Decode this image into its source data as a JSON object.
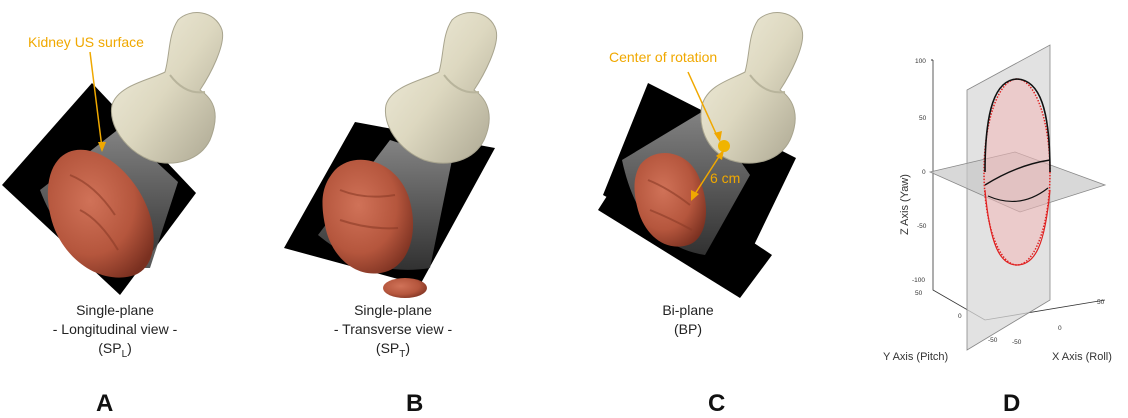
{
  "panels": [
    {
      "letter": "A",
      "caption_line1": "Single-plane",
      "caption_line2": "- Longitudinal view -",
      "caption_abbr": "SP",
      "caption_sub": "L",
      "annotation": "Kidney US surface"
    },
    {
      "letter": "B",
      "caption_line1": "Single-plane",
      "caption_line2": "- Transverse view -",
      "caption_abbr": "SP",
      "caption_sub": "T"
    },
    {
      "letter": "C",
      "caption_line1": "Bi-plane",
      "caption_abbr": "BP",
      "annotation_center": "Center of rotation",
      "annotation_distance": "6 cm"
    },
    {
      "letter": "D",
      "z_axis_label": "Z Axis (Yaw)",
      "y_axis_label": "Y Axis (Pitch)",
      "x_axis_label": "X Axis (Roll)",
      "z_ticks": [
        "100",
        "50",
        "0",
        "-50",
        "-100"
      ],
      "y_ticks": [
        "50",
        "0",
        "-50"
      ],
      "x_ticks": [
        "-50",
        "0",
        "50"
      ]
    }
  ],
  "colors": {
    "annotation": "#f0a800",
    "kidney": "#b5563d",
    "probe": "#e7e2cc",
    "plane": "#000000",
    "points": "#e02020"
  }
}
